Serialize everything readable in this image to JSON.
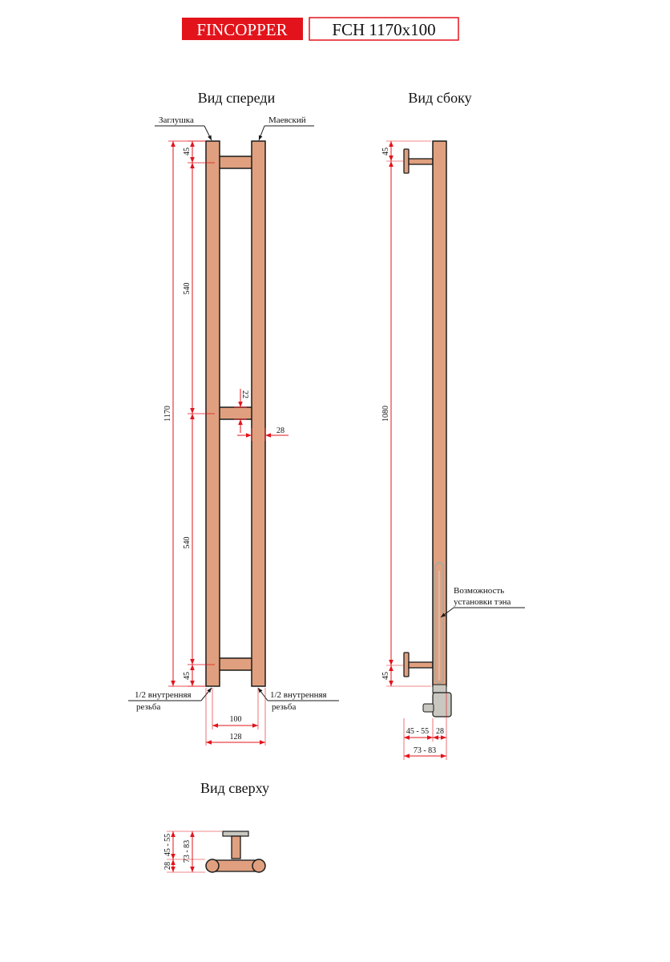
{
  "header": {
    "brand": "FINCOPPER",
    "model": "FCH 1170x100"
  },
  "views": {
    "front": "Вид спереди",
    "side": "Вид сбоку",
    "top": "Вид сверху"
  },
  "callouts": {
    "plug": "Заглушка",
    "mayevsky": "Маевский",
    "thread_left_1": "1/2 внутренняя",
    "thread_left_2": "резьба",
    "thread_right_1": "1/2 внутренняя",
    "thread_right_2": "резьба",
    "heater_1": "Возможность",
    "heater_2": "установки тэна"
  },
  "dimensions": {
    "front": {
      "top_offset": "45",
      "upper_span": "540",
      "total_height": "1170",
      "lower_span": "540",
      "bottom_offset": "45",
      "crossbar_diameter": "22",
      "pipe_diameter": "28",
      "center_distance": "100",
      "overall_width": "128"
    },
    "side": {
      "top_offset": "45",
      "mount_span": "1080",
      "bottom_offset": "45",
      "wall_distance": "45 - 55",
      "pipe": "28",
      "overall_depth": "73 - 83"
    },
    "top": {
      "wall_distance": "45 - 55",
      "pipe": "28",
      "overall_depth": "73 - 83"
    }
  },
  "colors": {
    "brand_red": "#e3131b",
    "dimension_red": "#e3131b",
    "copper": "#e0a07f",
    "outline": "#1a1a1a",
    "heater_grey": "#c8c8c0"
  }
}
